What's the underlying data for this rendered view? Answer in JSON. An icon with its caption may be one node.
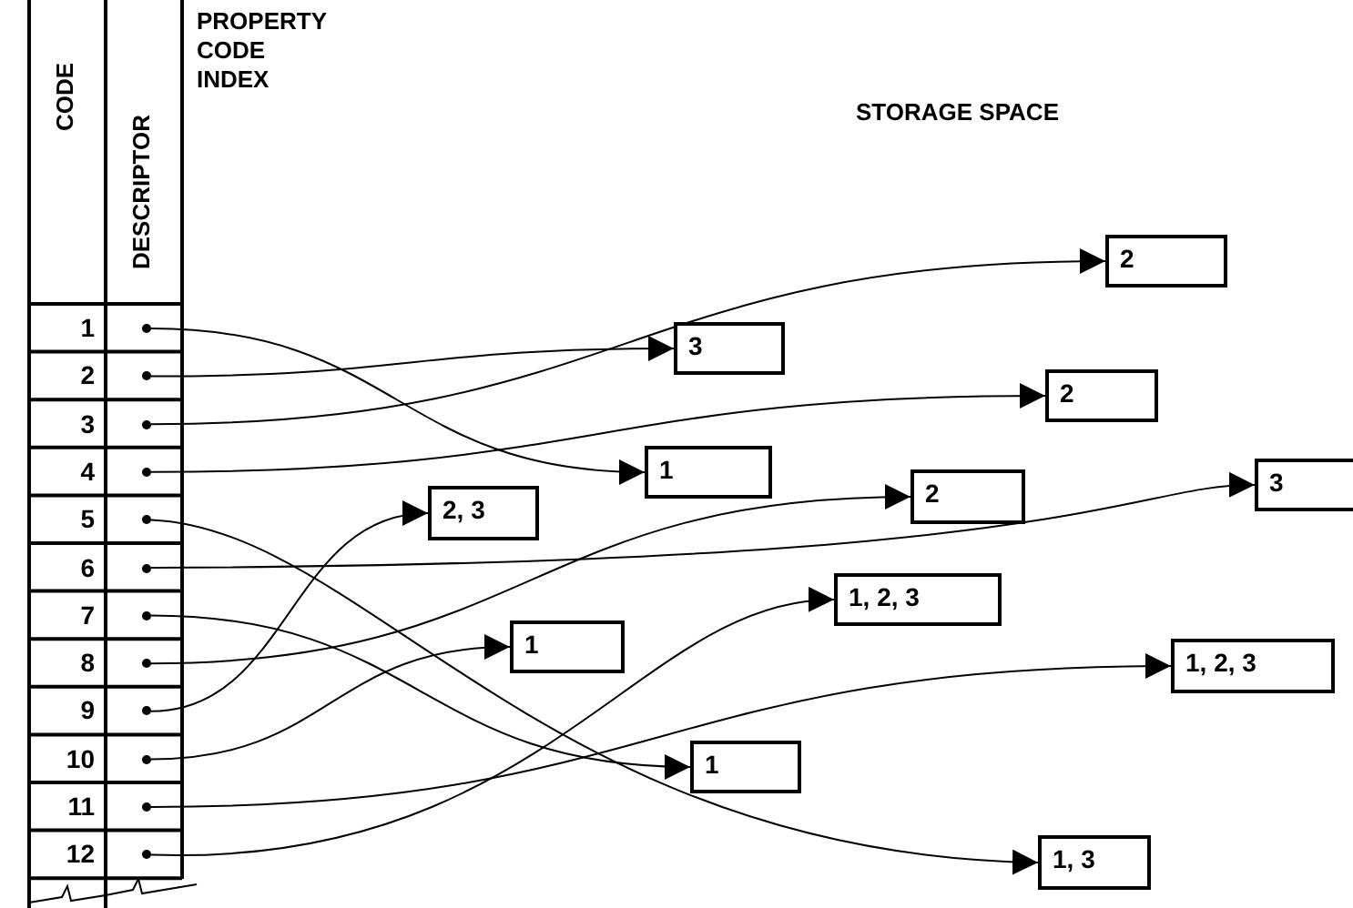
{
  "diagram": {
    "nodes": [
      {
        "text": [],
        "shape": "circle"
      },
      {
        "text": [],
        "shape": "circle"
      },
      {
        "text": [],
        "shape": "circle"
      },
      {
        "text": [],
        "shape": "circle"
      },
      {
        "text": [],
        "shape": "circle"
      },
      {
        "text": [],
        "shape": "circle"
      },
      {
        "text": [],
        "shape": "circle"
      },
      {
        "text": [],
        "shape": "circle"
      },
      {
        "text": [],
        "shape": "circle"
      },
      {
        "text": [],
        "shape": "circle"
      },
      {
        "text": [],
        "shape": "circle"
      },
      {
        "text": [],
        "shape": "circle"
      },
      {
        "text": [
          "2"
        ]
      },
      {
        "text": [
          "3"
        ]
      },
      {
        "text": [
          "2"
        ]
      },
      {
        "text": [
          "1"
        ]
      },
      {
        "text": [
          "3"
        ]
      },
      {
        "text": [
          "2"
        ]
      },
      {
        "text": [
          "2, 3"
        ]
      },
      {
        "text": [
          "1, 2, 3"
        ]
      },
      {
        "text": [
          "1"
        ]
      },
      {
        "text": [
          "1, 2, 3"
        ]
      },
      {
        "text": [
          "1"
        ]
      },
      {
        "text": [
          "1, 3"
        ]
      }
    ],
    "edges": [
      {
        "from": 0,
        "to": 15,
        "arrow": "to"
      },
      {
        "from": 1,
        "to": 13,
        "arrow": "to"
      },
      {
        "from": 2,
        "to": 12,
        "arrow": "to"
      },
      {
        "from": 3,
        "to": 14,
        "arrow": "to"
      },
      {
        "from": 4,
        "to": 23,
        "arrow": "to"
      },
      {
        "from": 5,
        "to": 16,
        "arrow": "to"
      },
      {
        "from": 6,
        "to": 22,
        "arrow": "to"
      },
      {
        "from": 7,
        "to": 17,
        "arrow": "to"
      },
      {
        "from": 8,
        "to": 18,
        "arrow": "to"
      },
      {
        "from": 9,
        "to": 20,
        "arrow": "to"
      },
      {
        "from": 10,
        "to": 21,
        "arrow": "to"
      },
      {
        "from": 11,
        "to": 19,
        "arrow": "to"
      }
    ],
    "labels": [
      "CODE",
      "DESCRIPTOR",
      "PROPERTY CODE INDEX",
      "STORAGE SPACE",
      "1",
      "2",
      "3",
      "4",
      "5",
      "6",
      "7",
      "8",
      "9",
      "10",
      "11",
      "12"
    ]
  }
}
